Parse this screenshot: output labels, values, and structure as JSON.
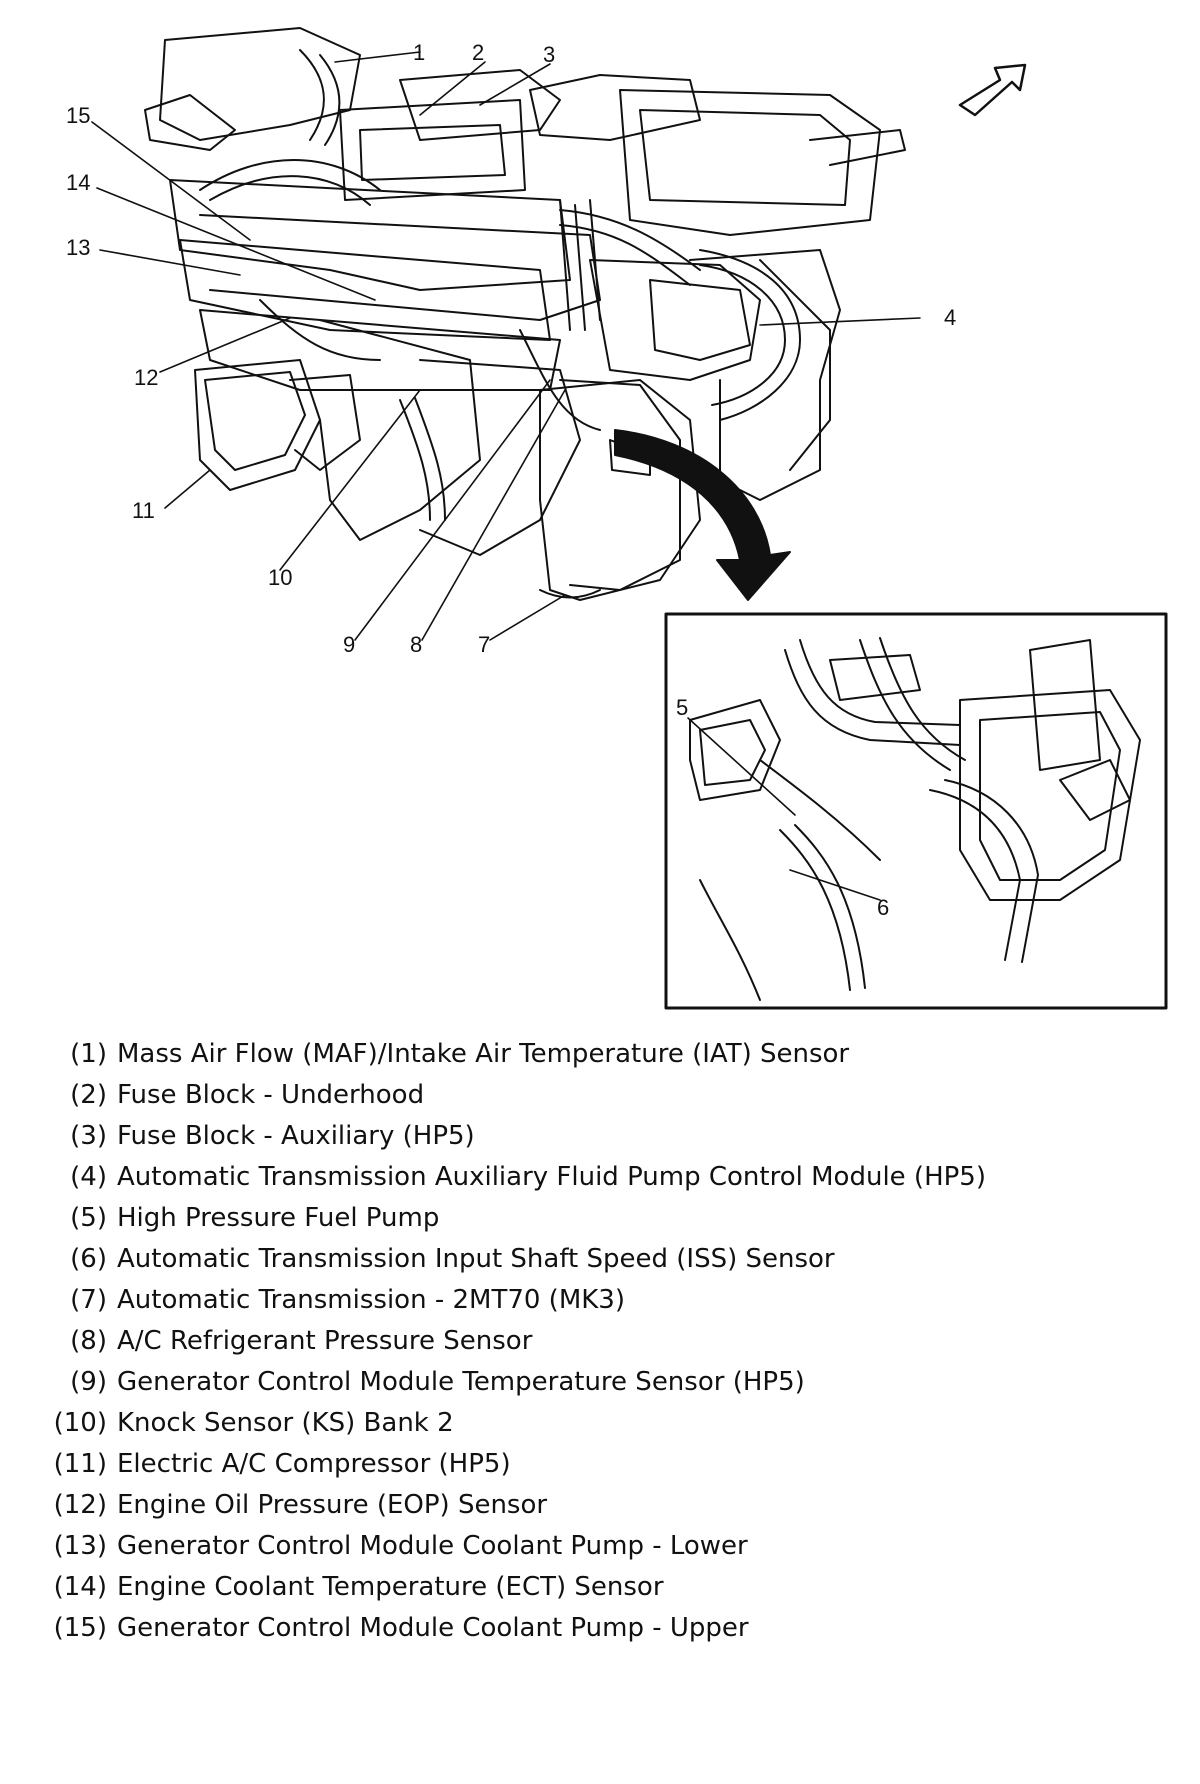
{
  "callouts": {
    "c1": "1",
    "c2": "2",
    "c3": "3",
    "c4": "4",
    "c5": "5",
    "c6": "6",
    "c7": "7",
    "c8": "8",
    "c9": "9",
    "c10": "10",
    "c11": "11",
    "c12": "12",
    "c13": "13",
    "c14": "14",
    "c15": "15"
  },
  "legend": [
    {
      "num": "(1)",
      "label": "Mass Air Flow (MAF)/Intake Air Temperature (IAT) Sensor"
    },
    {
      "num": "(2)",
      "label": "Fuse Block - Underhood"
    },
    {
      "num": "(3)",
      "label": "Fuse Block - Auxiliary (HP5)"
    },
    {
      "num": "(4)",
      "label": "Automatic Transmission Auxiliary Fluid Pump Control Module (HP5)"
    },
    {
      "num": "(5)",
      "label": "High Pressure Fuel Pump"
    },
    {
      "num": "(6)",
      "label": "Automatic Transmission Input Shaft Speed (ISS) Sensor"
    },
    {
      "num": "(7)",
      "label": "Automatic Transmission - 2MT70 (MK3)"
    },
    {
      "num": "(8)",
      "label": "A/C Refrigerant Pressure Sensor"
    },
    {
      "num": "(9)",
      "label": "Generator Control Module Temperature Sensor (HP5)"
    },
    {
      "num": "(10)",
      "label": "Knock Sensor (KS) Bank 2"
    },
    {
      "num": "(11)",
      "label": "Electric A/C Compressor (HP5)"
    },
    {
      "num": "(12)",
      "label": "Engine Oil Pressure (EOP) Sensor"
    },
    {
      "num": "(13)",
      "label": "Generator Control Module Coolant Pump - Lower"
    },
    {
      "num": "(14)",
      "label": "Engine Coolant Temperature (ECT) Sensor"
    },
    {
      "num": "(15)",
      "label": "Generator Control Module Coolant Pump - Upper"
    }
  ]
}
